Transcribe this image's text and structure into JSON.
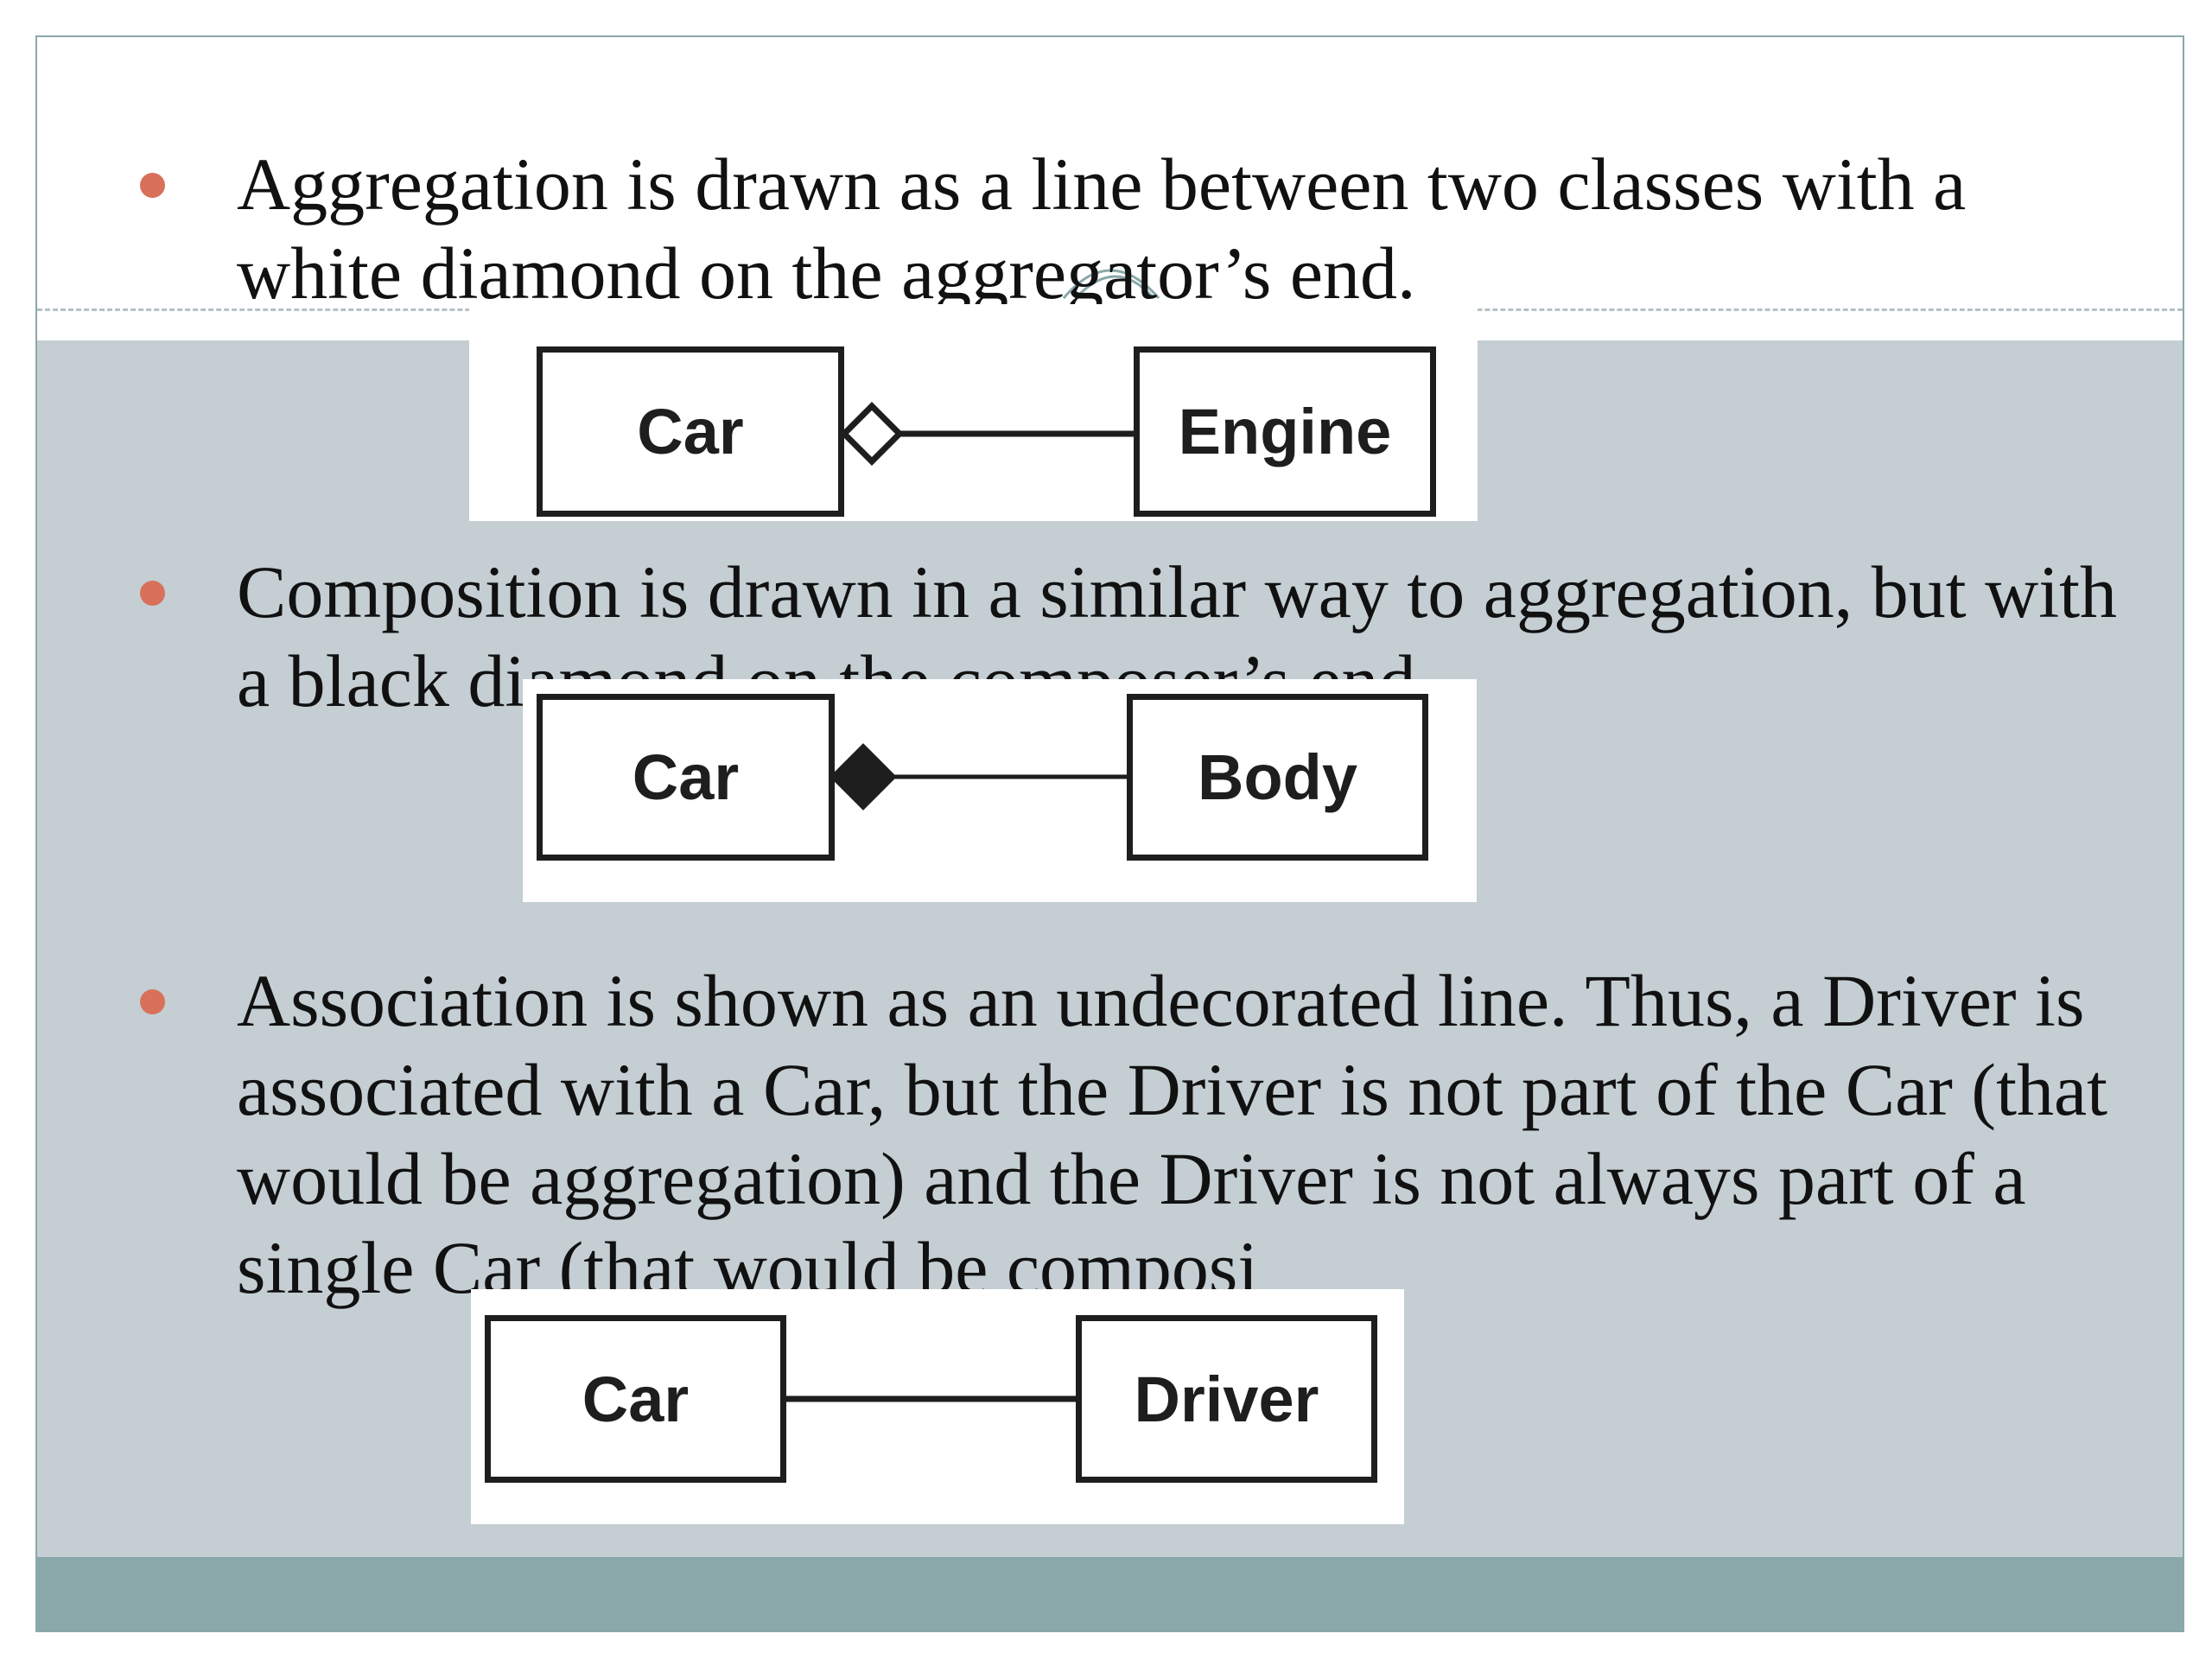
{
  "bullets": [
    {
      "text": "Aggregation is drawn as a line between two classes with a white diamond on the aggregator’s end."
    },
    {
      "text": "Composition is drawn in a similar way to aggregation, but with a black diamond on the composer’s end."
    },
    {
      "text": "Association is shown as an undecorated line. Thus, a Driver is associated with a Car, but the Driver is not part of the Car (that would be aggregation) and the Driver is not always part of a single Car (that would be composi"
    }
  ],
  "diagrams": {
    "aggregation": {
      "left_class": "Car",
      "right_class": "Engine",
      "end_marker": "white-diamond"
    },
    "composition": {
      "left_class": "Car",
      "right_class": "Body",
      "end_marker": "black-diamond"
    },
    "association": {
      "left_class": "Car",
      "right_class": "Driver",
      "end_marker": "none"
    }
  },
  "colors": {
    "bullet_dot": "#d9705a",
    "content_background": "#c4ced3",
    "footer_band": "#8aa8aa",
    "frame_border": "#8aa8aa"
  }
}
